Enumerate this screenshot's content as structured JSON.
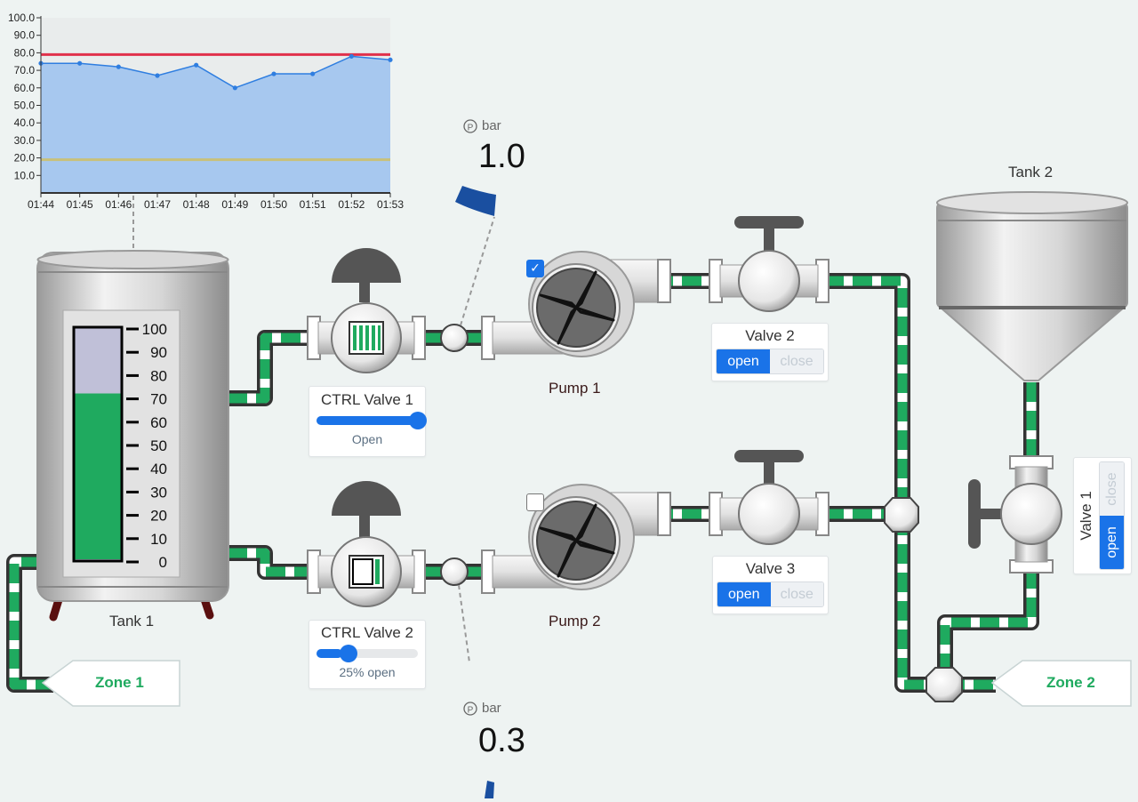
{
  "chart_data": {
    "type": "area",
    "x": [
      "01:44",
      "01:45",
      "01:46",
      "01:47",
      "01:48",
      "01:49",
      "01:50",
      "01:51",
      "01:52",
      "01:53"
    ],
    "series": [
      {
        "values": [
          74,
          74,
          72,
          67,
          73,
          60,
          68,
          68,
          78,
          76
        ]
      }
    ],
    "yticks": [
      "100.0",
      "90.0",
      "80.0",
      "70.0",
      "60.0",
      "50.0",
      "40.0",
      "30.0",
      "20.0",
      "10.0"
    ],
    "ylim": [
      0,
      100
    ],
    "thresholds": {
      "high": 79,
      "low": 19
    },
    "colors": {
      "fill": "#a7c8ef",
      "line": "#2f7ee0",
      "high": "#e0314b",
      "low": "#c9c17a"
    },
    "title": "",
    "xlabel": "",
    "ylabel": "",
    "grid": false
  },
  "tank1": {
    "label": "Tank 1",
    "level_percent": 72,
    "scale": [
      "100",
      "90",
      "80",
      "70",
      "60",
      "50",
      "40",
      "30",
      "20",
      "10",
      "0"
    ]
  },
  "tank2": {
    "label": "Tank 2"
  },
  "ctrl_valve_1": {
    "title": "CTRL Valve 1",
    "status": "Open",
    "position_percent": 100
  },
  "ctrl_valve_2": {
    "title": "CTRL Valve 2",
    "status": "25% open",
    "position_percent": 25
  },
  "pump1": {
    "label": "Pump 1",
    "enabled": true
  },
  "pump2": {
    "label": "Pump 2",
    "enabled": false
  },
  "valve2": {
    "title": "Valve 2",
    "open_label": "open",
    "close_label": "close",
    "state": "open"
  },
  "valve3": {
    "title": "Valve 3",
    "open_label": "open",
    "close_label": "close",
    "state": "open"
  },
  "valve1": {
    "title": "Valve 1",
    "open_label": "open",
    "close_label": "close",
    "state": "open"
  },
  "gauge1": {
    "unit": "bar",
    "value": "1.0"
  },
  "gauge2": {
    "unit": "bar",
    "value": "0.3"
  },
  "zone1": {
    "label": "Zone 1"
  },
  "zone2": {
    "label": "Zone 2"
  },
  "colors": {
    "accent": "#1a73e8",
    "pipe_green": "#1faa5f",
    "pipe_outline": "#333333",
    "tank_liquid": "#1faa5f"
  }
}
